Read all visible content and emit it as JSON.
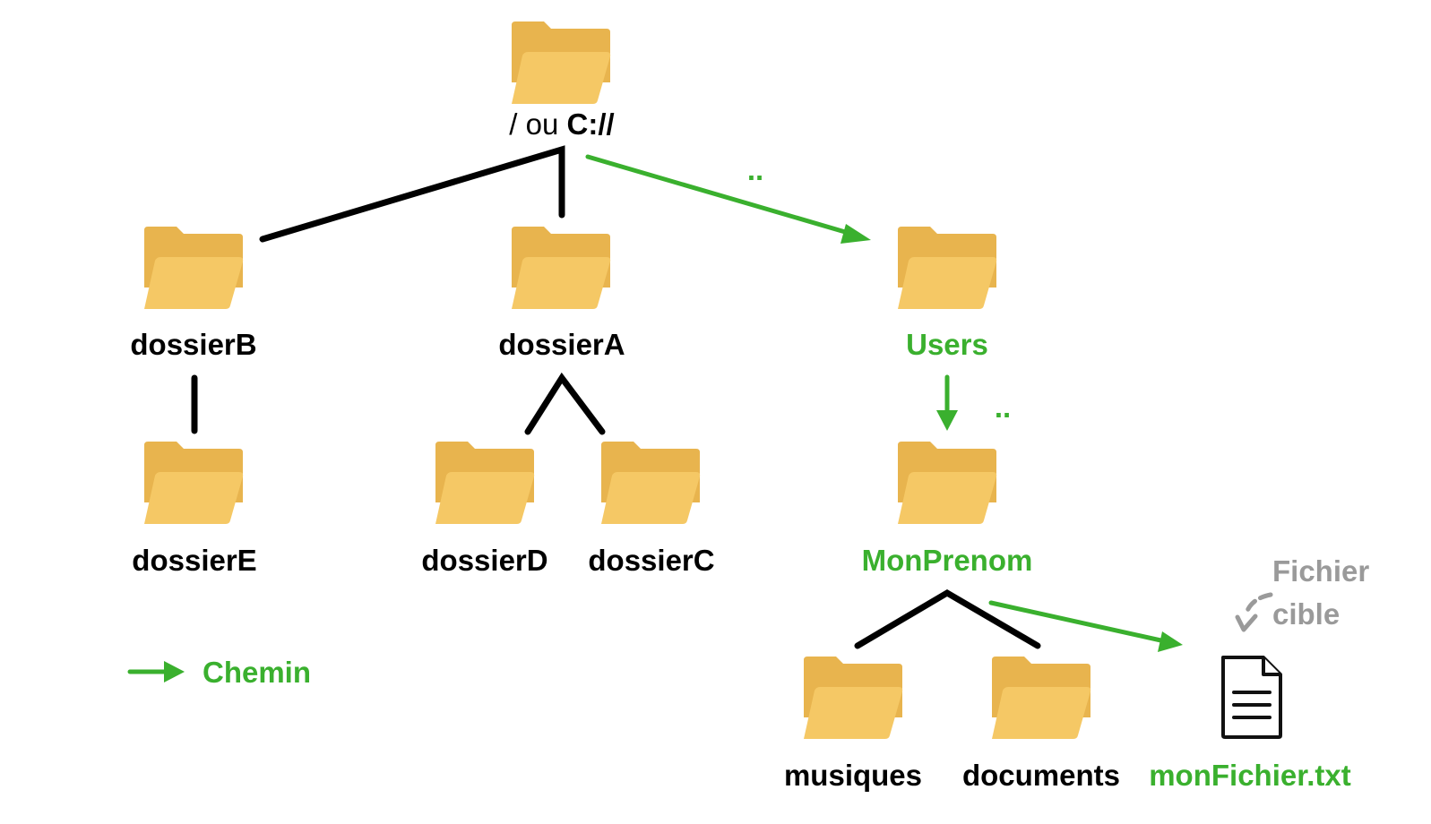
{
  "colors": {
    "folder_back": "#E8B44E",
    "folder_front": "#F5C865",
    "path_green": "#3AB02E",
    "note_gray": "#9A9A9A",
    "line_black": "#000000"
  },
  "root": {
    "label_prefix": "/ ou ",
    "label_strong": "C://"
  },
  "folders": {
    "dossierB": "dossierB",
    "dossierA": "dossierA",
    "users": "Users",
    "dossierE": "dossierE",
    "dossierD": "dossierD",
    "dossierC": "dossierC",
    "monprenom": "MonPrenom",
    "musiques": "musiques",
    "documents": "documents"
  },
  "file": {
    "name": "monFichier.txt",
    "icon": "text-file-icon"
  },
  "path_markers": {
    "to_users": "..",
    "to_monprenom": ".."
  },
  "note": {
    "line1": "Fichier",
    "line2": "cible"
  },
  "legend": {
    "label": "Chemin"
  }
}
